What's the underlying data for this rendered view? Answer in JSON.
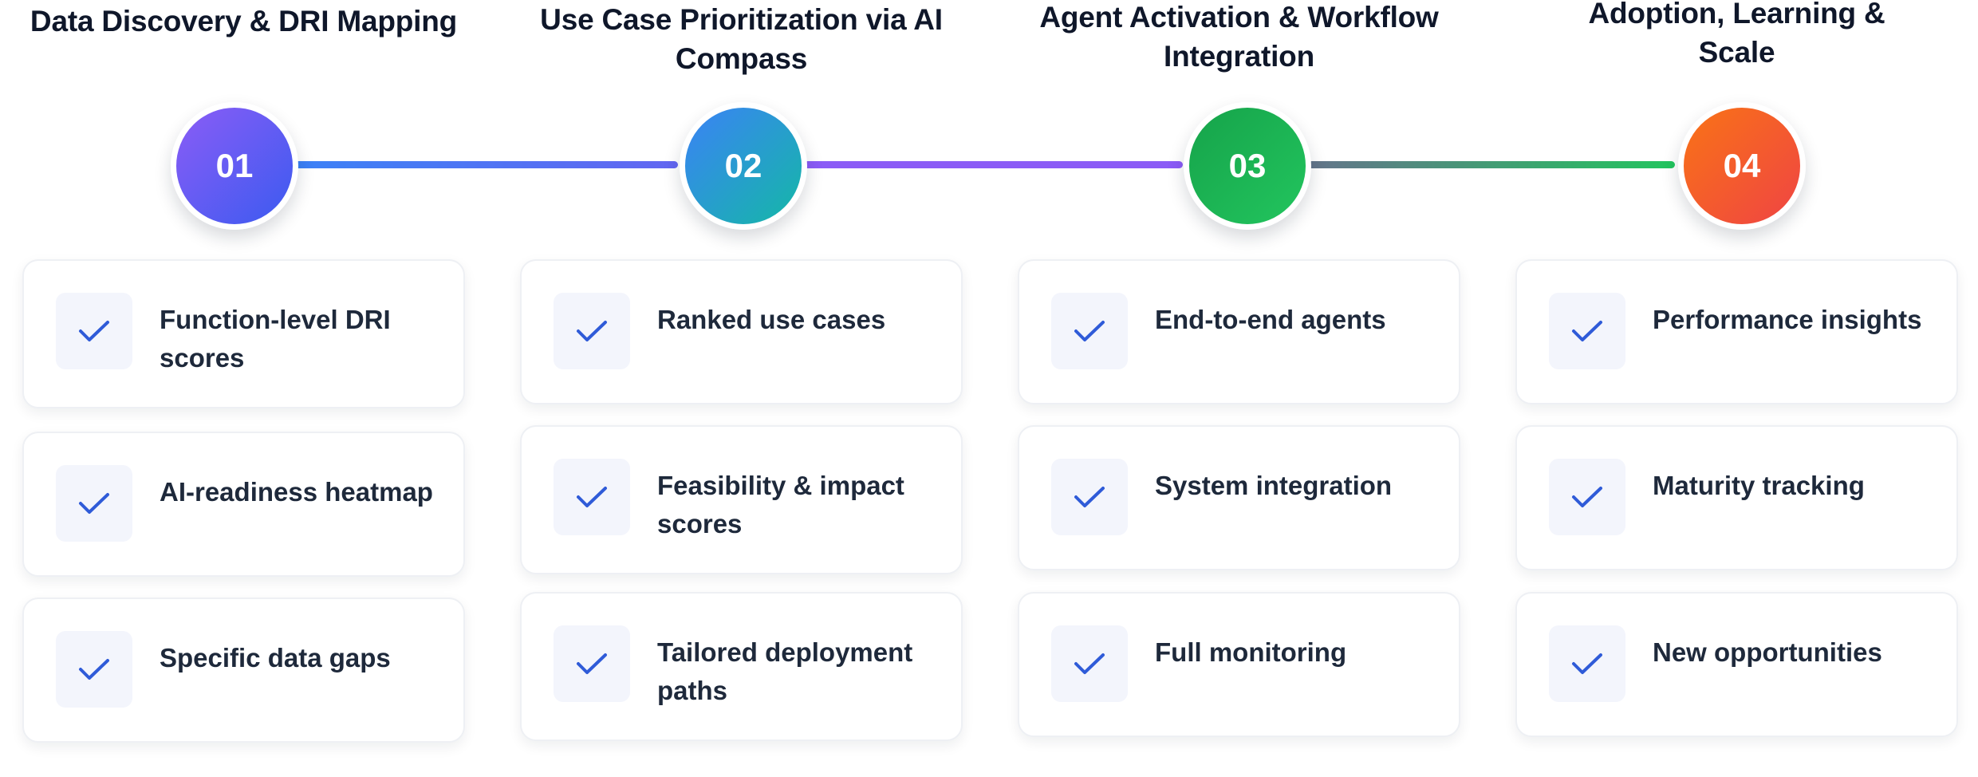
{
  "phases": [
    {
      "number": "01",
      "title": "Data Discovery & DRI Mapping",
      "gradient": [
        "#8b5cf6",
        "#3b5bf0"
      ],
      "items": [
        "Function-level DRI scores",
        "AI-readiness heatmap",
        "Specific data gaps"
      ]
    },
    {
      "number": "02",
      "title": "Use Case Prioritization via AI Compass",
      "gradient": [
        "#3b82f6",
        "#14b8a6"
      ],
      "items": [
        "Ranked use cases",
        "Feasibility & impact scores",
        "Tailored deployment paths"
      ]
    },
    {
      "number": "03",
      "title": "Agent Activation & Workflow Integration",
      "gradient": [
        "#16a34a",
        "#22c55e"
      ],
      "items": [
        "End-to-end agents",
        "System integration",
        "Full monitoring"
      ]
    },
    {
      "number": "04",
      "title": "Adoption, Learning & Scale",
      "gradient": [
        "#f97316",
        "#ef4444"
      ],
      "items": [
        "Performance insights",
        "Maturity tracking",
        "New opportunities"
      ]
    }
  ],
  "connectors": [
    {
      "from": "#3b82f6",
      "to": "#6366f1"
    },
    {
      "from": "#8b5cf6",
      "to": "#8b5cf6"
    },
    {
      "from": "#64748b",
      "to": "#22c55e"
    }
  ],
  "colors": {
    "check": "#2f5bd8",
    "check_bg": "#f3f5fc",
    "title": "#0f172a",
    "item_text": "#1e293b"
  }
}
